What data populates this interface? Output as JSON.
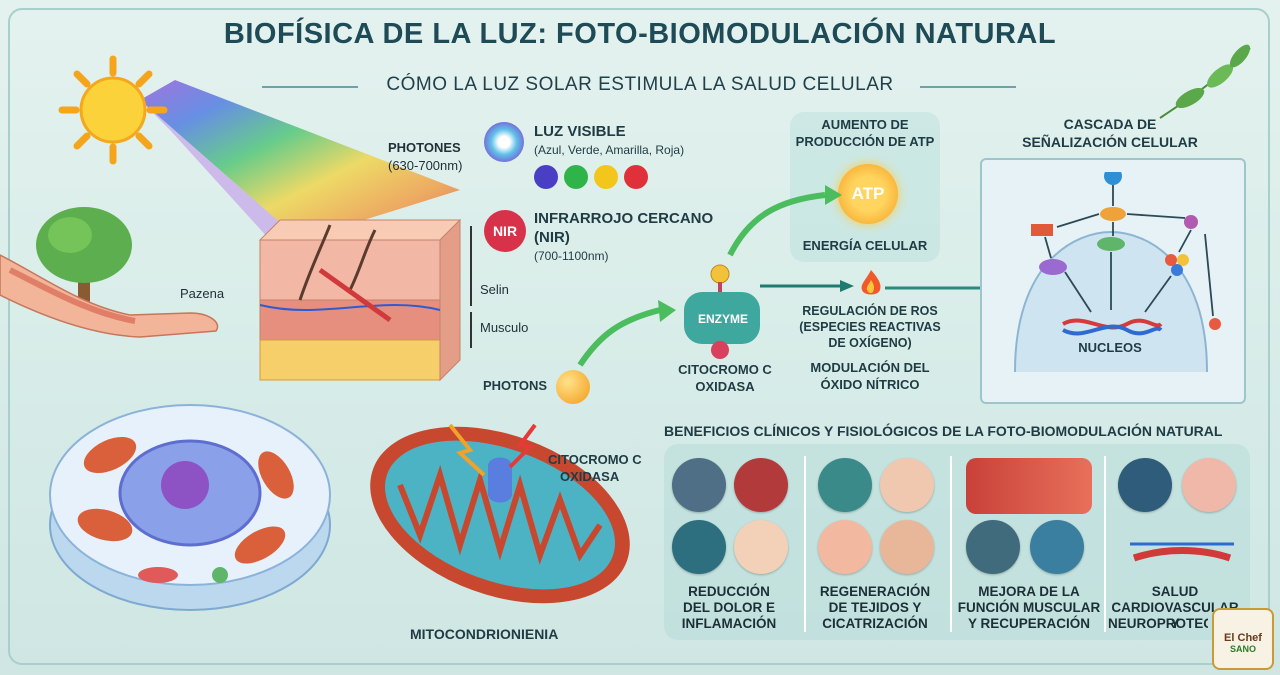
{
  "title": "BIOFÍSICA DE LA LUZ: FOTO-BIOMODULACIÓN NATURAL",
  "subtitle": "CÓMO LA LUZ SOLAR ESTIMULA LA SALUD CELULAR",
  "photones": {
    "label": "PHOTONES",
    "range": "(630-700nm)"
  },
  "skin": {
    "left_label": "Pazena",
    "selin": "Selin",
    "musculo": "Musculo"
  },
  "visible": {
    "title": "LUZ VISIBLE",
    "desc": "(Azul, Verde, Amarilla, Roja)",
    "colors": [
      "#4a3fc4",
      "#2fb44a",
      "#f2c61b",
      "#e0303a"
    ]
  },
  "nir": {
    "badge": "NIR",
    "title": "INFRARROJO CERCANO",
    "title2": "(NIR)",
    "range": "(700-1100nm)"
  },
  "atp": {
    "heading1": "AUMENTO DE",
    "heading2": "PRODUCCIÓN DE ATP",
    "badge": "ATP",
    "caption": "ENERGÍA CELULAR"
  },
  "enzyme": {
    "label": "ENZYME",
    "name1": "CITOCROMO C",
    "name2": "OXIDASA"
  },
  "ros": {
    "line1": "REGULACIÓN DE ROS",
    "line2": "(ESPECIES REACTIVAS",
    "line3": "DE OXÍGENO)"
  },
  "oxido": {
    "line1": "MODULACIÓN DEL",
    "line2": "ÓXIDO NÍTRICO"
  },
  "cascade": {
    "title1": "CASCADA DE",
    "title2": "SEÑALIZACIÓN CELULAR",
    "nucleus": "NUCLEOS"
  },
  "photons": "PHOTONS",
  "mito": {
    "label1": "CITOCROMO C",
    "label2": "OXIDASA",
    "caption": "MITOCONDRIONIENIA"
  },
  "benefits": {
    "title": "BENEFICIOS CLÍNICOS Y FISIOLÓGICOS DE LA FOTO-BIOMODULACIÓN NATURAL",
    "groups": [
      {
        "line1": "REDUCCIÓN",
        "line2": "DEL DOLOR E",
        "line3": "INFLAMACIÓN"
      },
      {
        "line1": "REGENERACIÓN",
        "line2": "DE TEJIDOS Y",
        "line3": "CICATRIZACIÓN"
      },
      {
        "line1": "MEJORA DE LA",
        "line2": "FUNCIÓN MUSCULAR",
        "line3": "Y RECUPERACIÓN"
      },
      {
        "line1": "SALUD",
        "line2": "CARDIOVASCULAR Y",
        "line3": "NEUROPROTEC"
      }
    ]
  },
  "logo": {
    "line1": "El Chef",
    "line2": "SANO"
  }
}
